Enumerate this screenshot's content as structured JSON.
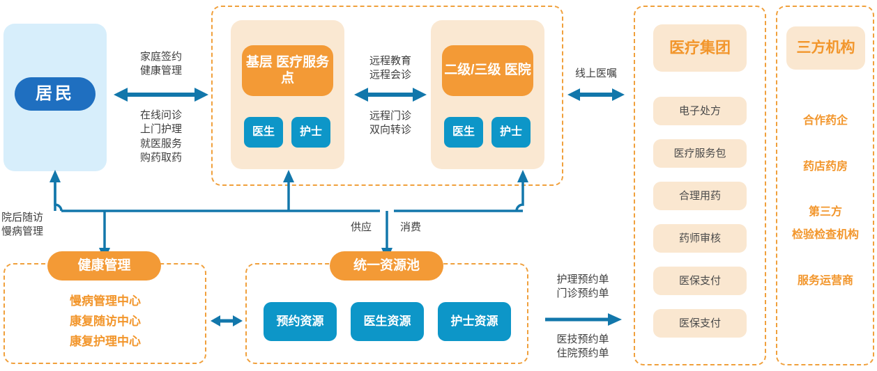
{
  "colors": {
    "accent_blue": "#1f6fc0",
    "cyan": "#0d96c8",
    "orange": "#f39a36",
    "cream": "#fae7d0",
    "light_blue": "#d7eefb",
    "arrow_blue": "#1277ab",
    "dashed_border": "#f0a03c",
    "label_text": "#3d3d3d"
  },
  "resident": {
    "badge": "居民"
  },
  "residentArrow": {
    "top_label": "家庭签约\n健康管理",
    "bottom_label": "在线问诊\n上门护理\n就医服务\n购药取药",
    "icon": "double-arrow-horizontal-icon"
  },
  "medical": {
    "primary": {
      "title": "基层\n医疗服务点",
      "roles": [
        "医生",
        "护士"
      ]
    },
    "hospital": {
      "title": "二级/三级\n医院",
      "roles": [
        "医生",
        "护士"
      ]
    },
    "between_label_top": "远程教育\n远程会诊",
    "between_label_bottom": "远程门诊\n双向转诊",
    "between_icon": "double-arrow-horizontal-icon"
  },
  "onlineOrder": {
    "label": "线上医嘱",
    "icon": "double-arrow-horizontal-icon"
  },
  "followUp": {
    "label": "院后随访\n慢病管理"
  },
  "healthManagement": {
    "title": "健康管理",
    "items": "慢病管理中心\n康复随访中心\n康复护理中心"
  },
  "supplyConsume": {
    "supply": "供应",
    "consume": "消费"
  },
  "resourcePool": {
    "title": "统一资源池",
    "items": [
      "预约资源",
      "医生资源",
      "护士资源"
    ],
    "link_icon": "double-arrow-horizontal-icon"
  },
  "orders": {
    "top_label": "护理预约单\n门诊预约单",
    "bottom_label": "医技预约单\n住院预约单",
    "icon": "arrow-right-icon"
  },
  "medicalGroup": {
    "title": "医疗集团",
    "items": [
      "电子处方",
      "医疗服务包",
      "合理用药",
      "药师审核",
      "医保支付",
      "医保支付"
    ]
  },
  "thirdParty": {
    "title": "三方机构",
    "items": "合作药企\n\n药店药房\n\n第三方\n检验检查机构\n\n服务运营商"
  }
}
